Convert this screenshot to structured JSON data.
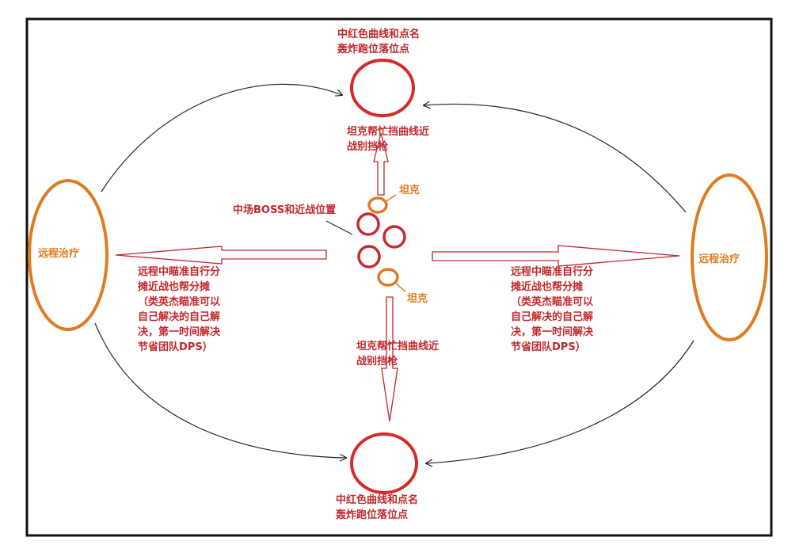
{
  "colors": {
    "red": "#c0282d",
    "orange": "#e07b22",
    "line": "#222222"
  },
  "top_target": {
    "text": "中红色曲线和点名\n轰炸跑位落位点"
  },
  "bottom_target": {
    "text": "中红色曲线和点名\n轰炸跑位落位点"
  },
  "tank_note_top": {
    "text": "坦克帮忙挡曲线近\n战别挡枪"
  },
  "tank_note_bottom": {
    "text": "坦克帮忙挡曲线近\n战别挡枪"
  },
  "boss": {
    "text": "中场BOSS和近战位置"
  },
  "tank_top": {
    "text": "坦克"
  },
  "tank_bottom": {
    "text": "坦克"
  },
  "left_group": {
    "text": "远程治疗"
  },
  "right_group": {
    "text": "远程治疗"
  },
  "left_note": {
    "text": "远程中瞄准自行分\n摊近战也帮分摊\n（类英杰瞄准可以\n自己解决的自己解\n决，第一时间解决\n节省团队DPS）"
  },
  "right_note": {
    "text": "远程中瞄准自行分\n摊近战也帮分摊\n（类英杰瞄准可以\n自己解决的自己解\n决，第一时间解决\n节省团队DPS）"
  }
}
